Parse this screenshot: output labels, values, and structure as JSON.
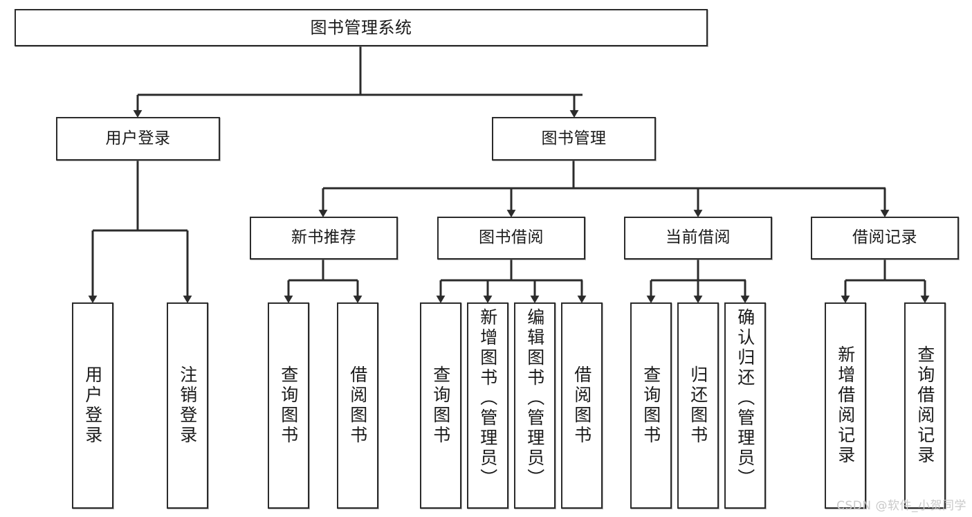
{
  "diagram": {
    "type": "tree",
    "title": "图书管理系统",
    "orientation": "top-down",
    "colors": {
      "node_border": "#2b2b2b",
      "node_fill": "#ffffff",
      "edge": "#2b2b2b",
      "watermark": "#c9c9c9",
      "background": "#ffffff"
    }
  },
  "root": {
    "label": "图书管理系统"
  },
  "level2": [
    {
      "label": "用户登录"
    },
    {
      "label": "图书管理"
    }
  ],
  "level3": [
    {
      "label": "新书推荐"
    },
    {
      "label": "图书借阅"
    },
    {
      "label": "当前借阅"
    },
    {
      "label": "借阅记录"
    }
  ],
  "leaves": {
    "user_login": [
      {
        "label": "用户登录"
      },
      {
        "label": "注销登录"
      }
    ],
    "new_book_recommend": [
      {
        "label": "查询图书"
      },
      {
        "label": "借阅图书"
      }
    ],
    "book_borrow": [
      {
        "label": "查询图书"
      },
      {
        "label": "新增图书（管理员）"
      },
      {
        "label": "编辑图书（管理员）"
      },
      {
        "label": "借阅图书"
      }
    ],
    "current_borrow": [
      {
        "label": "查询图书"
      },
      {
        "label": "归还图书"
      },
      {
        "label": "确认归还（管理员）"
      }
    ],
    "borrow_record": [
      {
        "label": "新增借阅记录"
      },
      {
        "label": "查询借阅记录"
      }
    ]
  },
  "watermark": {
    "text": "CSDN @软件_小贺同学"
  }
}
